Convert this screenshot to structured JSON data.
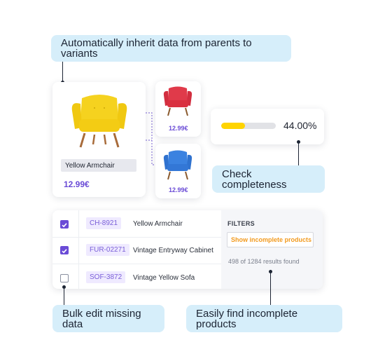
{
  "callouts": {
    "inherit": "Automatically inherit data from parents to variants",
    "completeness": "Check completeness",
    "bulk_edit": "Bulk edit missing data",
    "find_incomplete": "Easily find incomplete products"
  },
  "parent_product": {
    "name": "Yellow Armchair",
    "price": "12.99€"
  },
  "variants": [
    {
      "price": "12.99€",
      "color": "#e03a4a"
    },
    {
      "price": "12.99€",
      "color": "#3b82e0"
    }
  ],
  "completeness": {
    "value": 0.44,
    "label": "44.00%",
    "fill_color": "#ffd400"
  },
  "table": {
    "rows": [
      {
        "checked": true,
        "sku": "CH-8921",
        "name": "Yellow Armchair"
      },
      {
        "checked": true,
        "sku": "FUR-02271",
        "name": "Vintage Entryway Cabinet"
      },
      {
        "checked": false,
        "sku": "SOF-3872",
        "name": "Vintage Yellow Sofa"
      }
    ]
  },
  "filters": {
    "heading": "FILTERS",
    "button_label": "Show incomplete products",
    "results_text": "498 of 1284 results found"
  },
  "colors": {
    "accent": "#6a4bd6",
    "callout_bg": "#d6eefa",
    "filter_orange": "#f29a1e"
  }
}
